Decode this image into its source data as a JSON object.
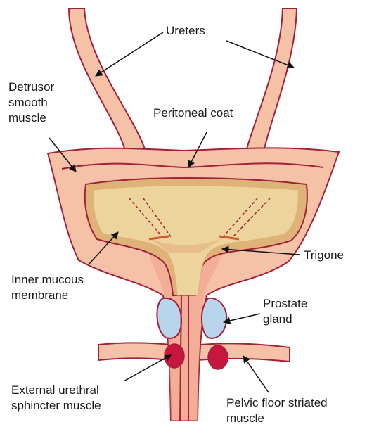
{
  "labels": {
    "ureters": "Ureters",
    "detrusor": [
      "Detrusor",
      "smooth",
      "muscle"
    ],
    "peritoneal": "Peritoneal coat",
    "trigone": "Trigone",
    "inner_mucous": [
      "Inner mucous",
      "membrane"
    ],
    "prostate": [
      "Prostate",
      "gland"
    ],
    "external_sphincter": [
      "External urethral",
      "sphincter muscle"
    ],
    "pelvic_floor": [
      "Pelvic floor striated",
      "muscle"
    ]
  },
  "colors": {
    "outline": "#a3203a",
    "muscle": "#f5c2a8",
    "muscle_dark": "#ee9e88",
    "mucosa": "#dfb278",
    "lumen": "#ecd49c",
    "prostate": "#b9d5ec",
    "sphincter": "#c8173e",
    "arrow": "#111111"
  }
}
